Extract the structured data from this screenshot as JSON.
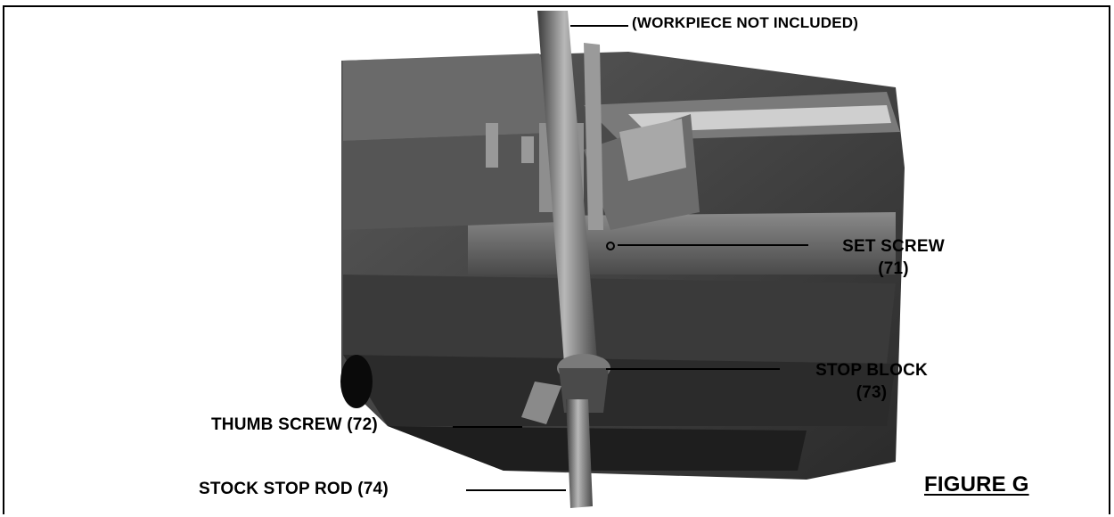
{
  "callouts": {
    "workpiece": "(WORKPIECE NOT INCLUDED)",
    "set_screw": {
      "line1": "SET SCREW",
      "line2": "(71)"
    },
    "stop_block": {
      "line1": "STOP BLOCK",
      "line2": "(73)"
    },
    "thumb_screw": "THUMB SCREW (72)",
    "stock_stop_rod": "STOCK STOP ROD (74)"
  },
  "figure_label": "FIGURE G"
}
